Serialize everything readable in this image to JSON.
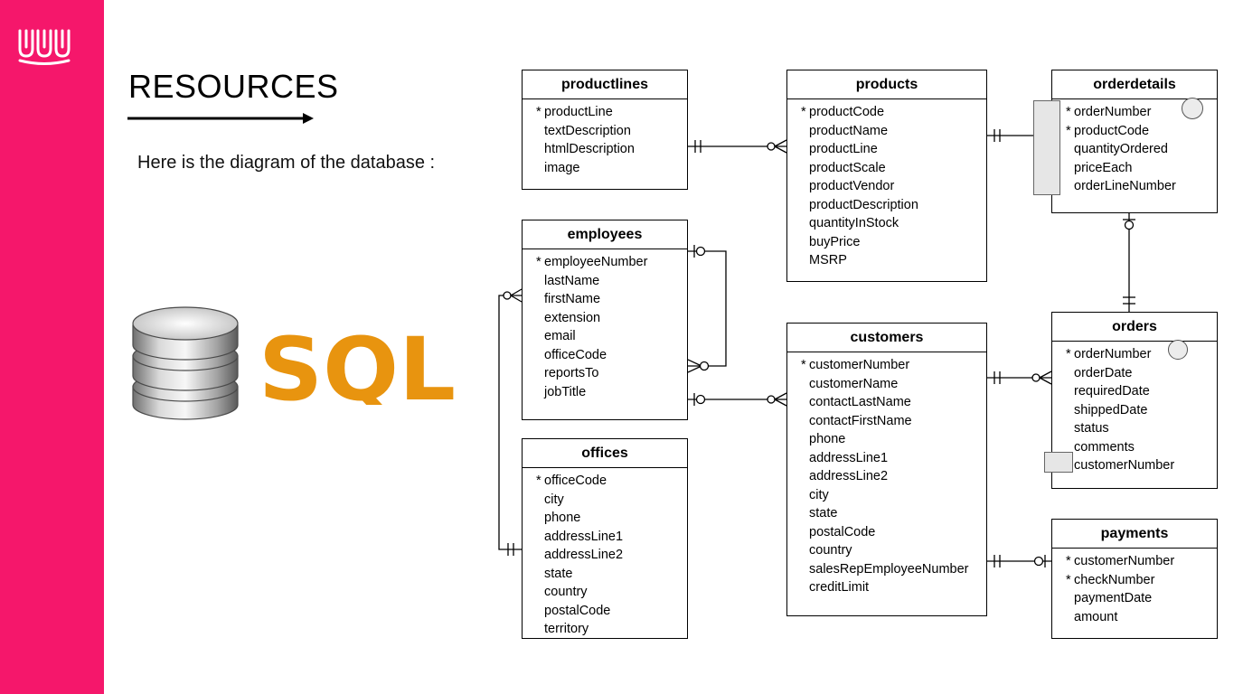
{
  "colors": {
    "sidebar": "#f5176b",
    "sql_orange": "#e8940f",
    "line": "#000000"
  },
  "icons": {
    "logo": "brand-logo-icon",
    "database": "database-icon",
    "sql": "sql-logo"
  },
  "heading": "RESOURCES",
  "intro_text": "Here is the diagram of the database :",
  "sql_text": "SQL",
  "tables": {
    "productlines": {
      "title": "productlines",
      "fields": [
        {
          "name": "productLine",
          "key": "*"
        },
        {
          "name": "textDescription",
          "key": ""
        },
        {
          "name": "htmlDescription",
          "key": ""
        },
        {
          "name": "image",
          "key": ""
        }
      ]
    },
    "products": {
      "title": "products",
      "fields": [
        {
          "name": "productCode",
          "key": "*"
        },
        {
          "name": "productName",
          "key": ""
        },
        {
          "name": "productLine",
          "key": ""
        },
        {
          "name": "productScale",
          "key": ""
        },
        {
          "name": "productVendor",
          "key": ""
        },
        {
          "name": "productDescription",
          "key": ""
        },
        {
          "name": "quantityInStock",
          "key": ""
        },
        {
          "name": "buyPrice",
          "key": ""
        },
        {
          "name": "MSRP",
          "key": ""
        }
      ]
    },
    "orderdetails": {
      "title": "orderdetails",
      "fields": [
        {
          "name": "orderNumber",
          "key": "*"
        },
        {
          "name": "productCode",
          "key": "*"
        },
        {
          "name": "quantityOrdered",
          "key": ""
        },
        {
          "name": "priceEach",
          "key": ""
        },
        {
          "name": "orderLineNumber",
          "key": ""
        }
      ]
    },
    "employees": {
      "title": "employees",
      "fields": [
        {
          "name": "employeeNumber",
          "key": "*"
        },
        {
          "name": "lastName",
          "key": ""
        },
        {
          "name": "firstName",
          "key": ""
        },
        {
          "name": "extension",
          "key": ""
        },
        {
          "name": "email",
          "key": ""
        },
        {
          "name": "officeCode",
          "key": ""
        },
        {
          "name": "reportsTo",
          "key": ""
        },
        {
          "name": "jobTitle",
          "key": ""
        }
      ]
    },
    "offices": {
      "title": "offices",
      "fields": [
        {
          "name": "officeCode",
          "key": "*"
        },
        {
          "name": "city",
          "key": ""
        },
        {
          "name": "phone",
          "key": ""
        },
        {
          "name": "addressLine1",
          "key": ""
        },
        {
          "name": "addressLine2",
          "key": ""
        },
        {
          "name": "state",
          "key": ""
        },
        {
          "name": "country",
          "key": ""
        },
        {
          "name": "postalCode",
          "key": ""
        },
        {
          "name": "territory",
          "key": ""
        }
      ]
    },
    "customers": {
      "title": "customers",
      "fields": [
        {
          "name": "customerNumber",
          "key": "*"
        },
        {
          "name": "customerName",
          "key": ""
        },
        {
          "name": "contactLastName",
          "key": ""
        },
        {
          "name": "contactFirstName",
          "key": ""
        },
        {
          "name": "phone",
          "key": ""
        },
        {
          "name": "addressLine1",
          "key": ""
        },
        {
          "name": "addressLine2",
          "key": ""
        },
        {
          "name": "city",
          "key": ""
        },
        {
          "name": "state",
          "key": ""
        },
        {
          "name": "postalCode",
          "key": ""
        },
        {
          "name": "country",
          "key": ""
        },
        {
          "name": "salesRepEmployeeNumber",
          "key": ""
        },
        {
          "name": "creditLimit",
          "key": ""
        }
      ]
    },
    "orders": {
      "title": "orders",
      "fields": [
        {
          "name": "orderNumber",
          "key": "*"
        },
        {
          "name": "orderDate",
          "key": ""
        },
        {
          "name": "requiredDate",
          "key": ""
        },
        {
          "name": "shippedDate",
          "key": ""
        },
        {
          "name": "status",
          "key": ""
        },
        {
          "name": "comments",
          "key": ""
        },
        {
          "name": "customerNumber",
          "key": ""
        }
      ]
    },
    "payments": {
      "title": "payments",
      "fields": [
        {
          "name": "customerNumber",
          "key": "*"
        },
        {
          "name": "checkNumber",
          "key": "*"
        },
        {
          "name": "paymentDate",
          "key": ""
        },
        {
          "name": "amount",
          "key": ""
        }
      ]
    }
  }
}
